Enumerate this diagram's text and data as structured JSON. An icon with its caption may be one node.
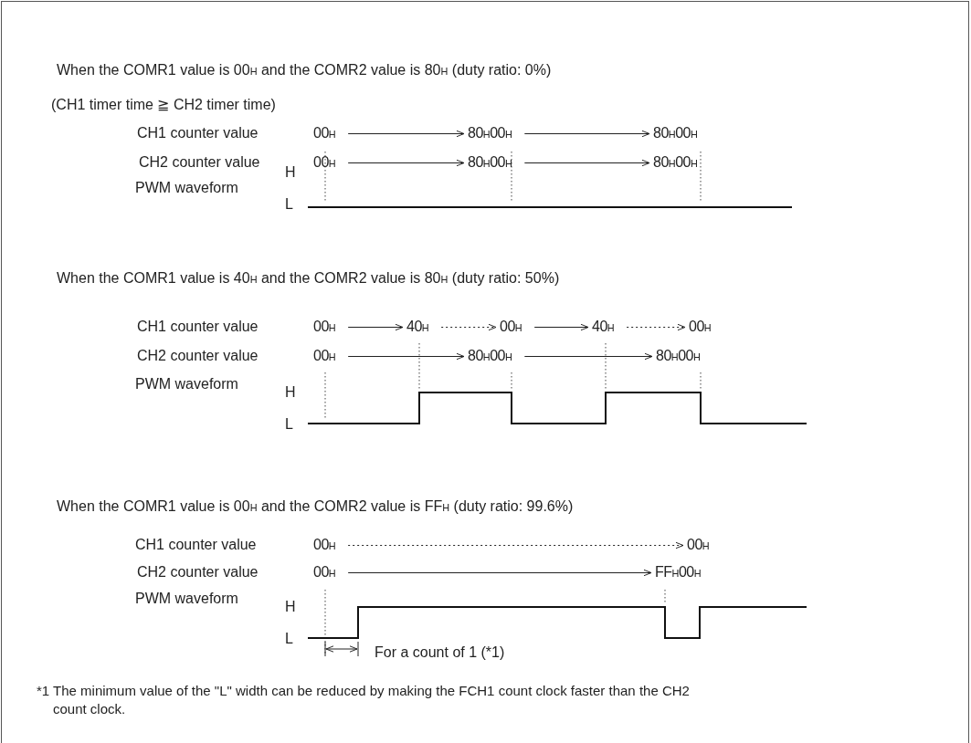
{
  "diagram": {
    "nodes": [
      {
        "text": [
          "00$_{H}$"
        ]
      },
      {
        "text": [
          "80$_{H}$00$_{H}$"
        ]
      },
      {
        "text": [
          "80$_{H}$00$_{H}$"
        ]
      },
      {
        "text": [
          "00$_{H}$"
        ]
      },
      {
        "text": [
          "80$_{H}$00$_{H}$"
        ]
      },
      {
        "text": [
          "80$_{H}$00$_{H}$"
        ]
      },
      {
        "text": [
          "00$_{H}$"
        ]
      },
      {
        "text": [
          "40$_{H}$"
        ]
      },
      {
        "text": [
          "00$_{H}$"
        ]
      },
      {
        "text": [
          "40$_{H}$"
        ]
      },
      {
        "text": [
          "00$_{H}$"
        ]
      },
      {
        "text": [
          "00$_{H}$"
        ]
      },
      {
        "text": [
          "80$_{H}$00$_{H}$"
        ]
      },
      {
        "text": [
          "80$_{H}$00$_{H}$"
        ]
      },
      {
        "text": [
          "00$_{H}$"
        ]
      },
      {
        "text": [
          "00$_{H}$"
        ]
      },
      {
        "text": [
          "00$_{H}$"
        ]
      },
      {
        "text": [
          "FF$_{H}$00$_{H}$"
        ]
      }
    ],
    "edges": [
      {
        "from": 0,
        "to": 1,
        "arrow": "to"
      },
      {
        "from": 1,
        "to": 2,
        "arrow": "to"
      },
      {
        "from": 3,
        "to": 4,
        "arrow": "to"
      },
      {
        "from": 4,
        "to": 5,
        "arrow": "to"
      },
      {
        "from": 6,
        "to": 7,
        "arrow": "to"
      },
      {
        "from": 7,
        "to": 8,
        "arrow": "to",
        "style": "dashed"
      },
      {
        "from": 8,
        "to": 9,
        "arrow": "to"
      },
      {
        "from": 9,
        "to": 10,
        "arrow": "to",
        "style": "dashed"
      },
      {
        "from": 11,
        "to": 12,
        "arrow": "to"
      },
      {
        "from": 12,
        "to": 13,
        "arrow": "to"
      },
      {
        "from": 14,
        "to": 15,
        "arrow": "to",
        "style": "dashed"
      },
      {
        "from": 16,
        "to": 17,
        "arrow": "to"
      }
    ],
    "labels": [
      "When the COMR1 value is 00$_{H}$ and the COMR2 value is 80$_{H}$ (duty ratio:  0%)",
      "(CH1 timer time ≧ CH2 timer time)",
      "CH1 counter value",
      "CH2 counter value",
      "PWM waveform",
      "H",
      "L",
      "When the COMR1 value is 40$_{H}$ and the COMR2 value is 80$_{H}$ (duty ratio:  50%)",
      "CH1 counter value",
      "CH2 counter value",
      "PWM waveform",
      "H",
      "L",
      "When the COMR1 value is 00$_{H}$ and the COMR2 value is FF$_{H}$ (duty ratio:  99.6%)",
      "CH1 counter value",
      "CH2 counter value",
      "PWM waveform",
      "H",
      "L",
      "For a count of 1 (*1)",
      "*1  The minimum value of the \"L\" width can be reduced by making the FCH1 count clock faster than the CH2 count clock."
    ]
  }
}
